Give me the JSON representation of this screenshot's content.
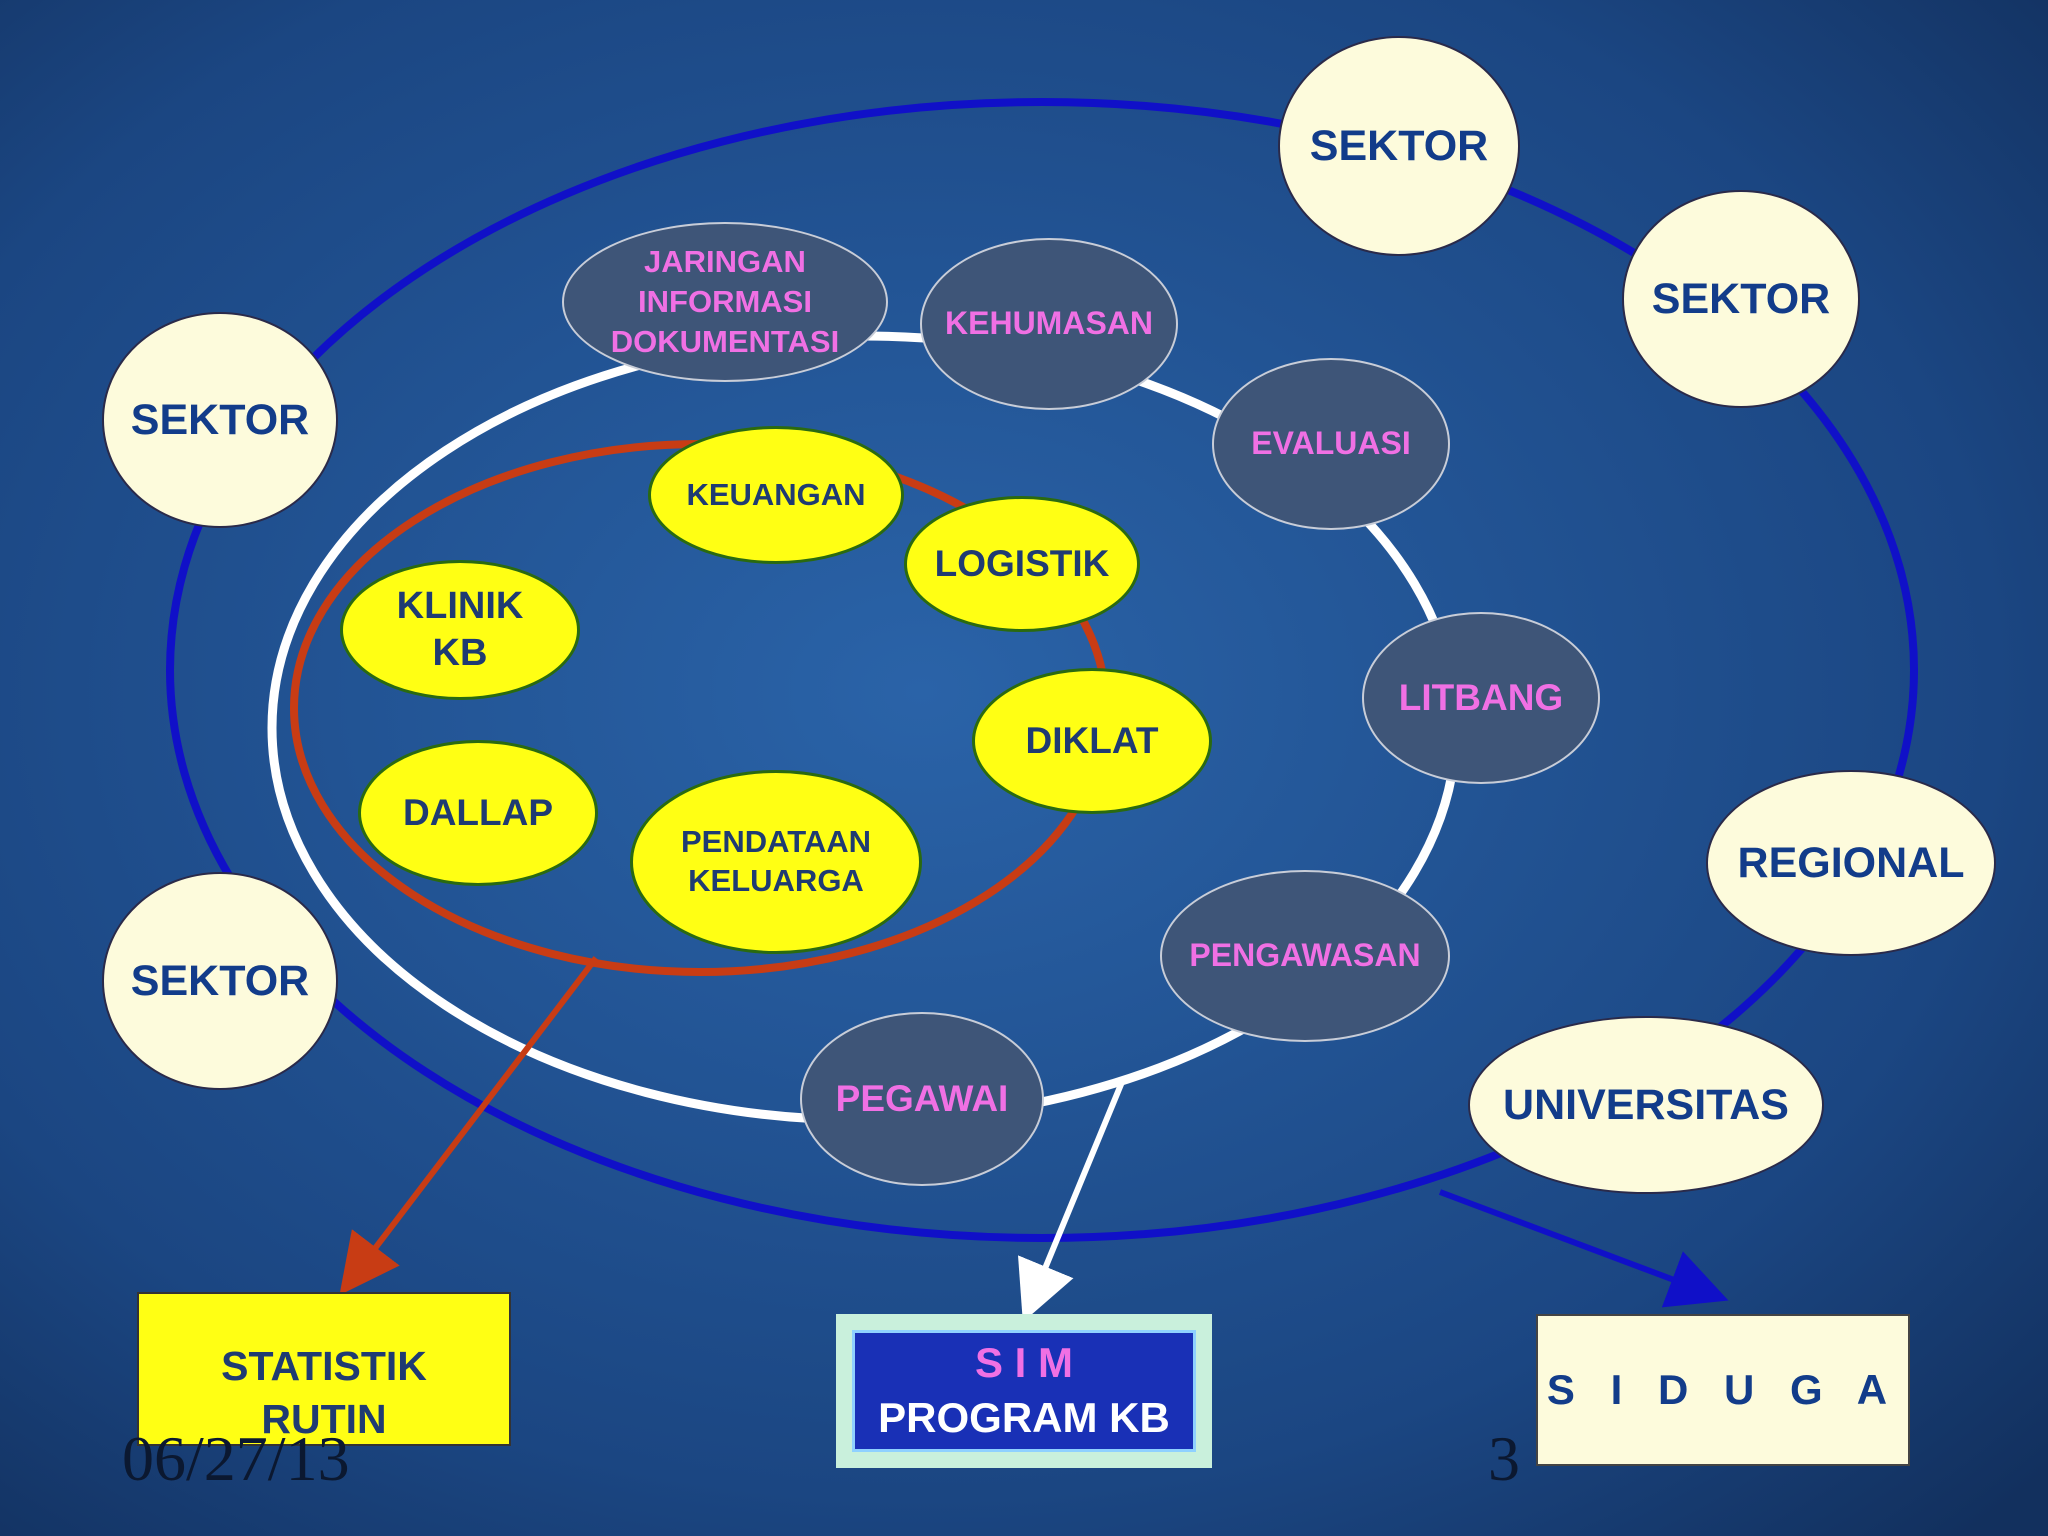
{
  "outer_ring": {
    "nodes": [
      "SEKTOR",
      "SEKTOR",
      "SEKTOR",
      "SEKTOR",
      "REGIONAL",
      "UNIVERSITAS"
    ]
  },
  "middle_ring": {
    "nodes": [
      "JARINGAN\nINFORMASI\nDOKUMENTASI",
      "KEHUMASAN",
      "EVALUASI",
      "LITBANG",
      "PENGAWASAN",
      "PEGAWAI"
    ]
  },
  "inner_ring": {
    "nodes": [
      "KEUANGAN",
      "LOGISTIK",
      "KLINIK\nKB",
      "DIKLAT",
      "DALLAP",
      "PENDATAAN\nKELUARGA"
    ]
  },
  "outputs": {
    "statistik": "STATISTIK\nRUTIN",
    "sim_line1": "S I M",
    "sim_line2": "PROGRAM KB",
    "siduga": "S I D U G A"
  },
  "footer": {
    "date": "06/27/13",
    "page": "3"
  },
  "colors": {
    "background": "#1d4a86",
    "outer_ring": "#1010c8",
    "middle_ring": "#ffffff",
    "inner_ring": "#c83c14"
  }
}
